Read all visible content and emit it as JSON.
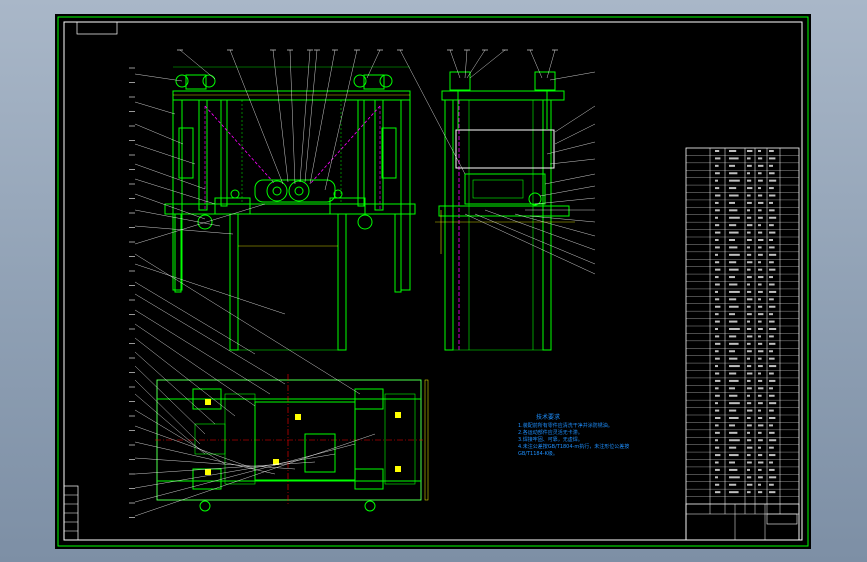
{
  "tech_notes": {
    "title": "技术要求",
    "lines": [
      "1.装配前所有零件应清洗干净并涂防锈油。",
      "2.各运动部件应灵活无卡滞。",
      "3.焊接牢固、可靠，无虚焊。",
      "4.未注公差按GB/T1804-m执行，未注形位公差按GB/T1184-K级。"
    ]
  },
  "colors": {
    "background": "#000000",
    "frame_line": "#ffffff",
    "part_line": "#00ff00",
    "centerline": "#ff00ff",
    "leader": "#ffffff",
    "dimension": "#ffff00",
    "hidden": "#ff0000",
    "notes_text": "#1e90ff"
  }
}
